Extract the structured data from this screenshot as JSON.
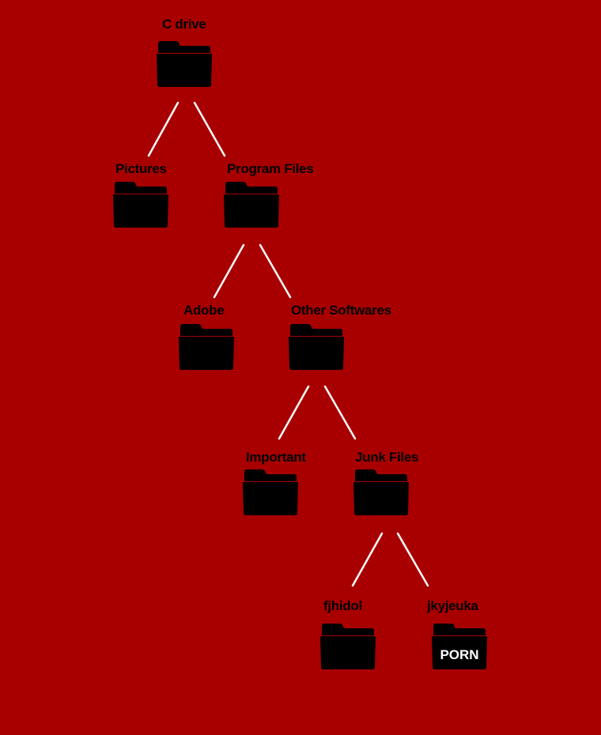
{
  "colors": {
    "background": "#a80000",
    "folder": "#000000",
    "edge": "#ffffff",
    "badge_text": "#ffffff"
  },
  "icon": "folder-icon",
  "tree": {
    "root": {
      "label": "C drive"
    },
    "pictures": {
      "label": "Pictures"
    },
    "program": {
      "label": "Program Files"
    },
    "adobe": {
      "label": "Adobe"
    },
    "other": {
      "label": "Other Softwares"
    },
    "important": {
      "label": "Important"
    },
    "junk": {
      "label": "Junk Files"
    },
    "fjhidol": {
      "label": "fjhidol"
    },
    "jkyjeuka": {
      "label": "jkyjeuka",
      "badge": "PORN"
    }
  },
  "edges": [
    [
      "root",
      "pictures"
    ],
    [
      "root",
      "program"
    ],
    [
      "program",
      "adobe"
    ],
    [
      "program",
      "other"
    ],
    [
      "other",
      "important"
    ],
    [
      "other",
      "junk"
    ],
    [
      "junk",
      "fjhidol"
    ],
    [
      "junk",
      "jkyjeuka"
    ]
  ]
}
